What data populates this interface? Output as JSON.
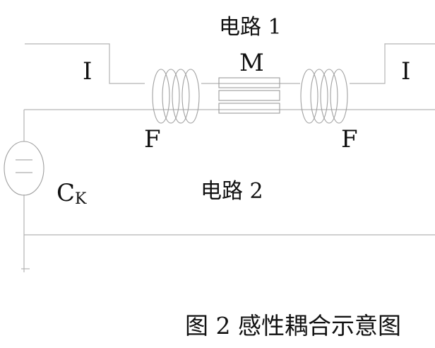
{
  "labels": {
    "circuit_1": "电路 1",
    "circuit_2": "电路 2",
    "mutual": "M",
    "left_i": "I",
    "right_i": "I",
    "left_f": "F",
    "right_f": "F",
    "ck_main": "C",
    "ck_sub": "K"
  },
  "caption": "图 2  感性耦合示意图"
}
